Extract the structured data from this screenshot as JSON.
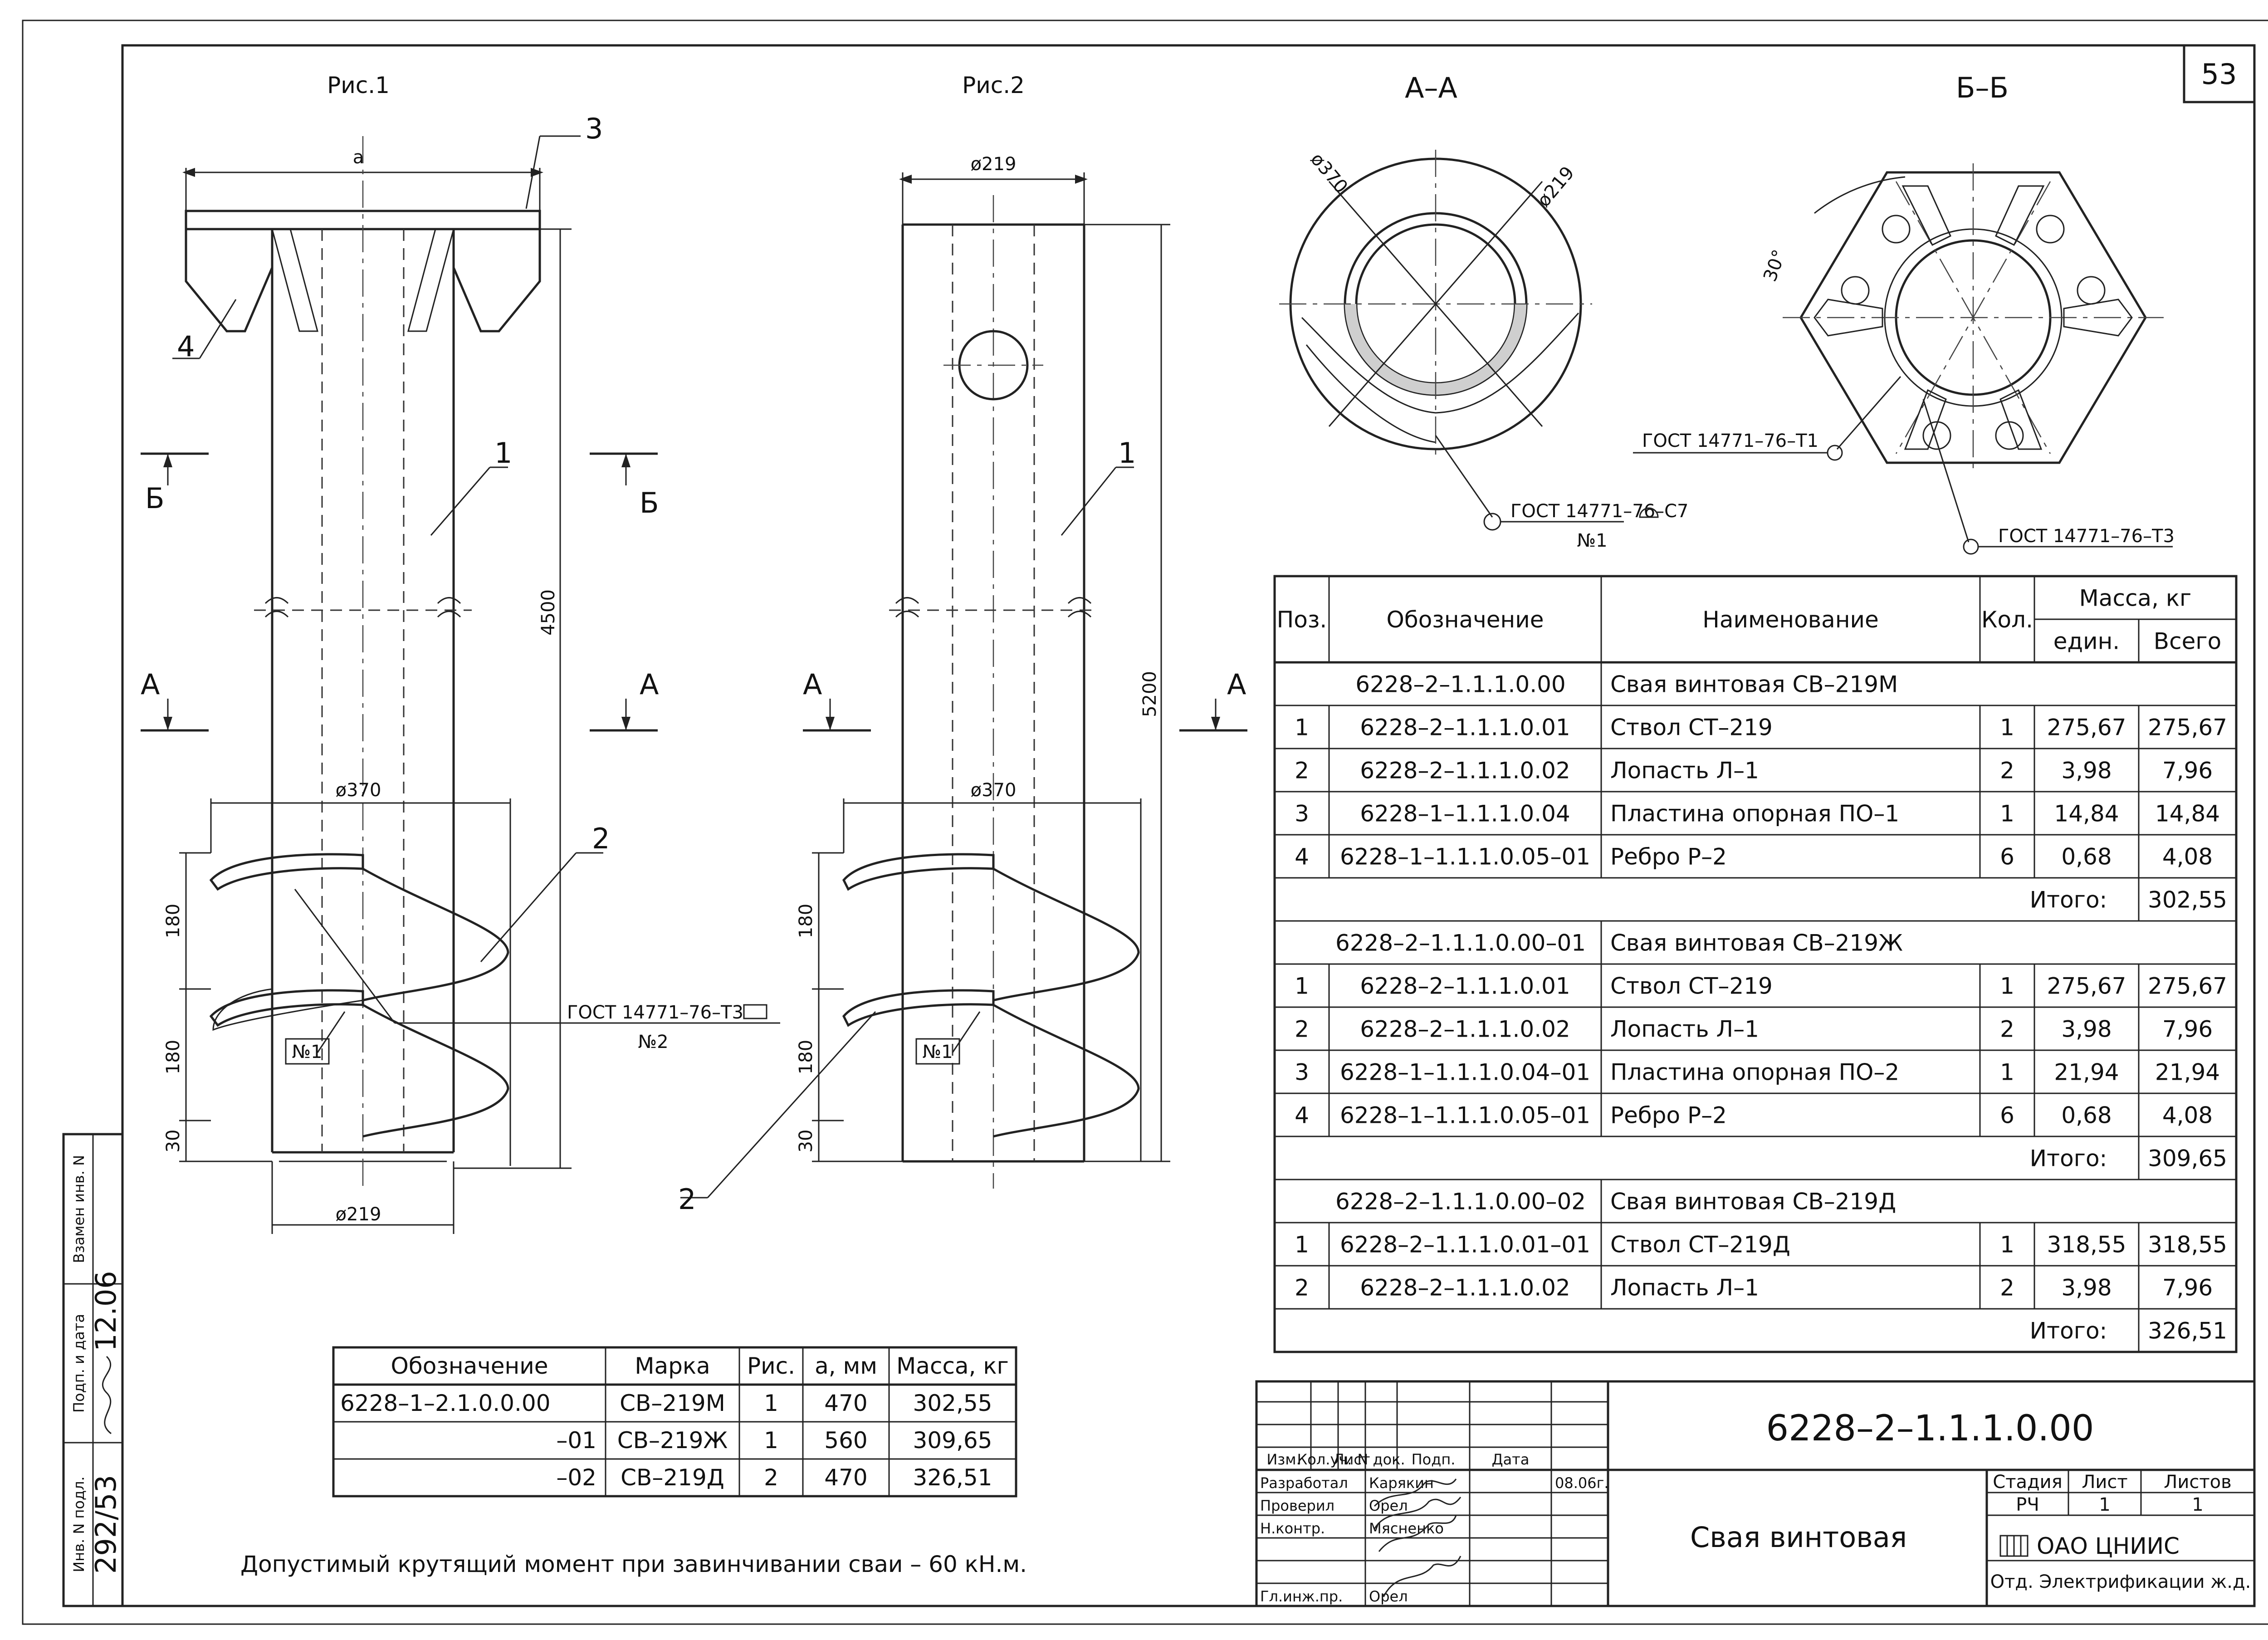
{
  "sheet_number": "53",
  "views": {
    "fig1": "Рис.1",
    "fig2": "Рис.2",
    "section_aa": "А–А",
    "section_bb": "Б–Б"
  },
  "callouts": {
    "c1": "1",
    "c2": "2",
    "c3": "3",
    "c4": "4",
    "fig2_c1": "1",
    "fig2_c2": "2"
  },
  "section_marks": {
    "a": "А",
    "b": "Б"
  },
  "dimensions": {
    "fig1_top": "а",
    "fig1_length": "4500",
    "fig1_blade_dia": "ø370",
    "fig1_shaft_dia": "ø219",
    "fig2_top": "ø219",
    "fig2_length": "5200",
    "fig2_blade_dia": "ø370",
    "pitch_180a": "180",
    "pitch_180b": "180",
    "tip_30": "30",
    "f2_pitch_180a": "180",
    "f2_pitch_180b": "180",
    "f2_tip_30": "30",
    "aa_outer": "ø370",
    "aa_inner": "ø219",
    "bb_angle": "30°"
  },
  "weld_marks": {
    "fig1_gost": "ГОСТ 14771–76–Т3",
    "fig1_no2": "№2",
    "fig1_no1": "№1",
    "fig2_no1": "№1",
    "aa_gost": "ГОСТ 14771–76–С7",
    "aa_no1": "№1",
    "bb_gost_t1": "ГОСТ 14771–76–Т1",
    "bb_gost_t3": "ГОСТ 14771–76–Т3"
  },
  "spec_table": {
    "headers": {
      "pos": "Поз.",
      "designation": "Обозначение",
      "name": "Наименование",
      "qty": "Кол.",
      "mass": "Масса, кг",
      "unit": "един.",
      "total": "Всего"
    },
    "rows": [
      {
        "kind": "group",
        "designation": "6228–2–1.1.1.0.00",
        "name": "Свая винтовая СВ–219М"
      },
      {
        "kind": "item",
        "pos": "1",
        "designation": "6228–2–1.1.1.0.01",
        "name": "Ствол СТ–219",
        "qty": "1",
        "unit": "275,67",
        "total": "275,67"
      },
      {
        "kind": "item",
        "pos": "2",
        "designation": "6228–2–1.1.1.0.02",
        "name": "Лопасть Л–1",
        "qty": "2",
        "unit": "3,98",
        "total": "7,96"
      },
      {
        "kind": "item",
        "pos": "3",
        "designation": "6228–1–1.1.1.0.04",
        "name": "Пластина опорная ПО–1",
        "qty": "1",
        "unit": "14,84",
        "total": "14,84"
      },
      {
        "kind": "item",
        "pos": "4",
        "designation": "6228–1–1.1.1.0.05–01",
        "name": "Ребро Р–2",
        "qty": "6",
        "unit": "0,68",
        "total": "4,08"
      },
      {
        "kind": "total",
        "label": "Итого:",
        "total": "302,55"
      },
      {
        "kind": "group",
        "designation": "6228–2–1.1.1.0.00–01",
        "name": "Свая винтовая СВ–219Ж"
      },
      {
        "kind": "item",
        "pos": "1",
        "designation": "6228–2–1.1.1.0.01",
        "name": "Ствол СТ–219",
        "qty": "1",
        "unit": "275,67",
        "total": "275,67"
      },
      {
        "kind": "item",
        "pos": "2",
        "designation": "6228–2–1.1.1.0.02",
        "name": "Лопасть Л–1",
        "qty": "2",
        "unit": "3,98",
        "total": "7,96"
      },
      {
        "kind": "item",
        "pos": "3",
        "designation": "6228–1–1.1.1.0.04–01",
        "name": "Пластина опорная ПО–2",
        "qty": "1",
        "unit": "21,94",
        "total": "21,94"
      },
      {
        "kind": "item",
        "pos": "4",
        "designation": "6228–1–1.1.1.0.05–01",
        "name": "Ребро Р–2",
        "qty": "6",
        "unit": "0,68",
        "total": "4,08"
      },
      {
        "kind": "total",
        "label": "Итого:",
        "total": "309,65"
      },
      {
        "kind": "group",
        "designation": "6228–2–1.1.1.0.00–02",
        "name": "Свая винтовая СВ–219Д"
      },
      {
        "kind": "item",
        "pos": "1",
        "designation": "6228–2–1.1.1.0.01–01",
        "name": "Ствол СТ–219Д",
        "qty": "1",
        "unit": "318,55",
        "total": "318,55"
      },
      {
        "kind": "item",
        "pos": "2",
        "designation": "6228–2–1.1.1.0.02",
        "name": "Лопасть Л–1",
        "qty": "2",
        "unit": "3,98",
        "total": "7,96"
      },
      {
        "kind": "total",
        "label": "Итого:",
        "total": "326,51"
      }
    ]
  },
  "variants_table": {
    "headers": {
      "designation": "Обозначение",
      "mark": "Марка",
      "fig": "Рис.",
      "a": "а, мм",
      "mass": "Масса, кг"
    },
    "rows": [
      {
        "designation": "6228–1–2.1.0.0.00",
        "mark": "СВ–219М",
        "fig": "1",
        "a": "470",
        "mass": "302,55"
      },
      {
        "designation": "–01",
        "mark": "СВ–219Ж",
        "fig": "1",
        "a": "560",
        "mass": "309,65"
      },
      {
        "designation": "–02",
        "mark": "СВ–219Д",
        "fig": "2",
        "a": "470",
        "mass": "326,51"
      }
    ]
  },
  "note": "Допустимый крутящий момент при завинчивании сваи – 60 кН.м.",
  "title_block": {
    "doc_code": "6228–2–1.1.1.0.00",
    "title": "Свая винтовая",
    "col_headers": {
      "izm": "Изм.",
      "kol_uch": "Кол.уч.",
      "list": "Лист",
      "ndok": "N док.",
      "podp": "Подп.",
      "data": "Дата"
    },
    "roles": [
      {
        "role": "Разработал",
        "name": "Карякин",
        "date": "08.06г."
      },
      {
        "role": "Проверил",
        "name": "Орел",
        "date": ""
      },
      {
        "role": "Н.контр.",
        "name": "Мясненко",
        "date": ""
      },
      {
        "role": "Гл.инж.пр.",
        "name": "Орел",
        "date": ""
      }
    ],
    "stage_label": "Стадия",
    "stage_value": "РЧ",
    "sheet_label": "Лист",
    "sheet_value": "1",
    "sheets_label": "Листов",
    "sheets_value": "1",
    "org_line1": "ОАО ЦНИИС",
    "org_line2": "Отд. Электрификации ж.д."
  },
  "side_stamp": {
    "inv_podl": "Инв. N подл.",
    "podp_data": "Подп. и дата",
    "vzam_inv": "Взамен инв. N",
    "inv_value": "292/53",
    "date_value": "12.06"
  }
}
